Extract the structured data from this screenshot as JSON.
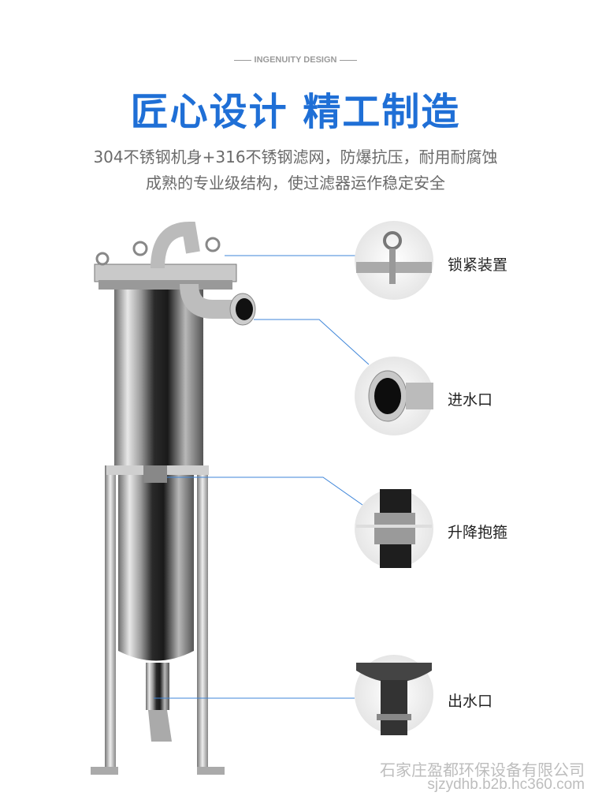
{
  "header": {
    "eyebrow": "INGENUITY DESIGN",
    "title": "匠心设计 精工制造",
    "subtitle_line1": "304不锈钢机身+316不锈钢滤网，防爆抗压，耐用耐腐蚀",
    "subtitle_line2": "成熟的专业级结构，使过滤器运作稳定安全"
  },
  "callouts": [
    {
      "label": "锁紧装置"
    },
    {
      "label": "进水口"
    },
    {
      "label": "升降抱箍"
    },
    {
      "label": "出水口"
    }
  ],
  "watermark": {
    "company": "石家庄盈都环保设备有限公司",
    "url": "sjzydhb.b2b.hc360.com"
  },
  "colors": {
    "accent": "#1f6fd6",
    "callout_line": "#3f86d9"
  }
}
